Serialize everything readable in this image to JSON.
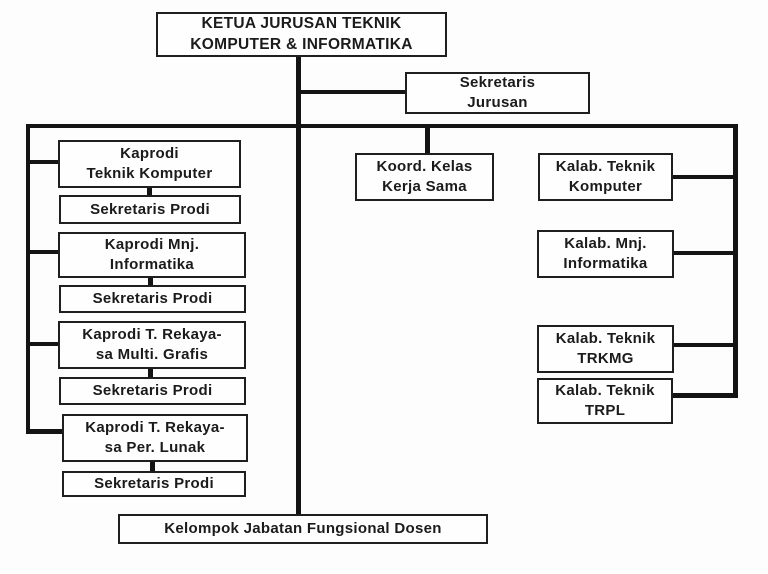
{
  "diagram": {
    "type": "org-chart",
    "language": "Indonesian",
    "nodes": {
      "ketua_jurusan": {
        "label": "KETUA JURUSAN TEKNIK\nKOMPUTER & INFORMATIKA",
        "role": "root"
      },
      "sekretaris_jurusan": {
        "label": "Sekretaris\nJurusan"
      },
      "kaprodi_teknik_komputer": {
        "label": "Kaprodi\nTeknik Komputer"
      },
      "sekretaris_prodi_1": {
        "label": "Sekretaris Prodi"
      },
      "kaprodi_mnj_informatika": {
        "label": "Kaprodi Mnj.\nInformatika"
      },
      "sekretaris_prodi_2": {
        "label": "Sekretaris Prodi"
      },
      "kaprodi_rekayasa_multi_grafis": {
        "label": "Kaprodi T. Rekaya-\nsa Multi. Grafis"
      },
      "sekretaris_prodi_3": {
        "label": "Sekretaris Prodi"
      },
      "kaprodi_rekayasa_per_lunak": {
        "label": "Kaprodi T. Rekaya-\nsa Per. Lunak"
      },
      "sekretaris_prodi_4": {
        "label": "Sekretaris Prodi"
      },
      "koord_kelas_kerja_sama": {
        "label": "Koord. Kelas\nKerja Sama"
      },
      "kalab_teknik_komputer": {
        "label": "Kalab. Teknik\nKomputer"
      },
      "kalab_mnj_informatika": {
        "label": "Kalab. Mnj.\nInformatika"
      },
      "kalab_teknik_trkmg": {
        "label": "Kalab. Teknik\nTRKMG"
      },
      "kalab_teknik_trpl": {
        "label": "Kalab. Teknik\nTRPL"
      },
      "kelompok_jabatan": {
        "label": "Kelompok Jabatan Fungsional Dosen"
      }
    },
    "colors": {
      "line": "#141414",
      "box_border": "#1f1f1f",
      "box_background": "#fefefe",
      "text": "#1b1b1b",
      "background": "#fdfdfd"
    }
  }
}
